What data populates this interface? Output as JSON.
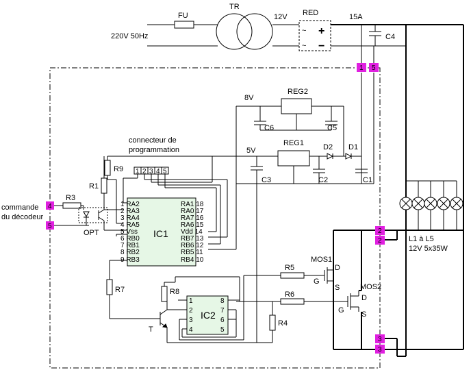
{
  "labels": {
    "fu": "FU",
    "tr": "TR",
    "red": "RED",
    "mains": "220V 50Hz",
    "v12": "12V",
    "a15": "15A",
    "c4": "C4",
    "v8": "8V",
    "reg2": "REG2",
    "c6": "C6",
    "c5": "C5",
    "prog1": "connecteur de",
    "prog2": "programmation",
    "v5": "5V",
    "reg1": "REG1",
    "d2": "D2",
    "d1": "D1",
    "r9": "R9",
    "r1": "R1",
    "c3": "C3",
    "c2": "C2",
    "c1": "C1",
    "cmd1": "commande",
    "cmd2": "du décodeur",
    "r3": "R3",
    "opt": "OPT",
    "ic1": "IC1",
    "ic2": "IC2",
    "r7": "R7",
    "r8": "R8",
    "t": "T",
    "r5": "R5",
    "r6": "R6",
    "r4": "R4",
    "mos1": "MOS1",
    "mos2": "MOS2",
    "d": "D",
    "g": "G",
    "s": "S",
    "lamps1": "L1 à L5",
    "lamps2": "12V 5x35W",
    "plus": "+",
    "minus": "−",
    "tilde": "~"
  },
  "prog_pins": [
    "1",
    "2",
    "3",
    "4",
    "5"
  ],
  "ic1_left_pins": [
    "1 RA2",
    "2 RA3",
    "3 RA4",
    "4 RA5",
    "5 Vss",
    "6 RB0",
    "7 RB1",
    "8 RB2",
    "9 RB3"
  ],
  "ic1_right_pins": [
    "RA1 18",
    "RA0 17",
    "RA7 16",
    "RA6 15",
    "Vdd 14",
    "RB7 13",
    "RB6 12",
    "RB5 11",
    "RB4 10"
  ],
  "ic2_left_pins": [
    "1",
    "2",
    "3",
    "4"
  ],
  "ic2_right_pins": [
    "8",
    "7",
    "6",
    "5"
  ],
  "pads": [
    "1",
    "5",
    "4",
    "5",
    "2",
    "2",
    "3",
    "3"
  ],
  "colors": {
    "pad": "#e020e0",
    "ic_fill": "#e6f7e6",
    "line": "#000000"
  }
}
